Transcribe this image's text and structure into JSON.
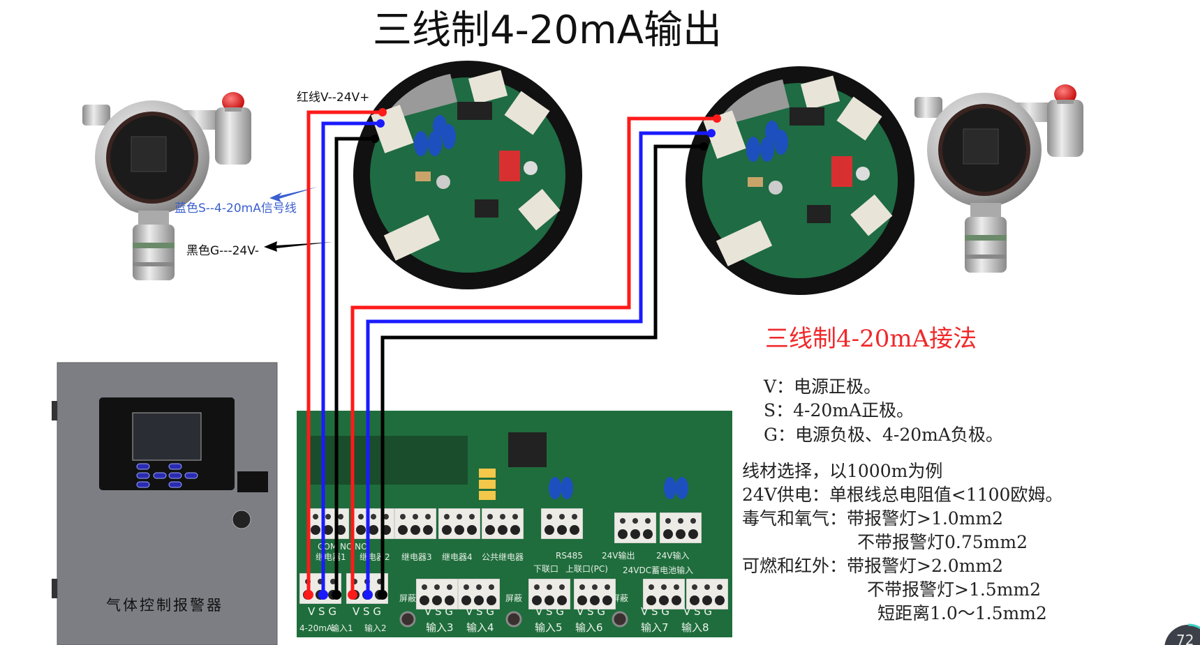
{
  "title": "三线制4-20mA输出",
  "callouts": {
    "red": "红线V--24V+",
    "blue": "蓝色S--4-20mA信号线",
    "black": "黑色G---24V-"
  },
  "wire_colors": {
    "red": "#ff1a1a",
    "blue": "#1a1aff",
    "black": "#000000"
  },
  "controller": {
    "label": "气体控制报警器"
  },
  "board": {
    "relays": [
      "继电器1",
      "继电器2",
      "继电器3",
      "继电器4",
      "公共继电器"
    ],
    "relay_pins": "COM NC NO",
    "comm": [
      "RS485",
      "下联口",
      "上联口(PC)"
    ],
    "power": [
      "24V输出",
      "24V输入",
      "24VDC蓄电池输入"
    ],
    "terminal_pins": "V S G",
    "shield": "屏蔽",
    "input_prefix": "4-20mA:",
    "inputs": [
      "输入1",
      "输入2",
      "输入3",
      "输入4",
      "输入5",
      "输入6",
      "输入7",
      "输入8"
    ]
  },
  "legend": {
    "title": "三线制4-20mA接法",
    "title_color": "#f0282a",
    "pins": [
      "V：电源正极。",
      "S：4-20mA正极。",
      "G：电源负极、4-20mA负极。"
    ],
    "wire_selection": [
      "线材选择，以1000m为例",
      "24V供电：单根线总电阻值<1100欧姆。",
      "毒气和氧气：带报警灯>1.0mm2",
      "不带报警灯0.75mm2",
      "可燃和红外：带报警灯>2.0mm2",
      "不带报警灯>1.5mm2",
      "短距离1.0～1.5mm2"
    ]
  },
  "badge": {
    "value": "72"
  }
}
